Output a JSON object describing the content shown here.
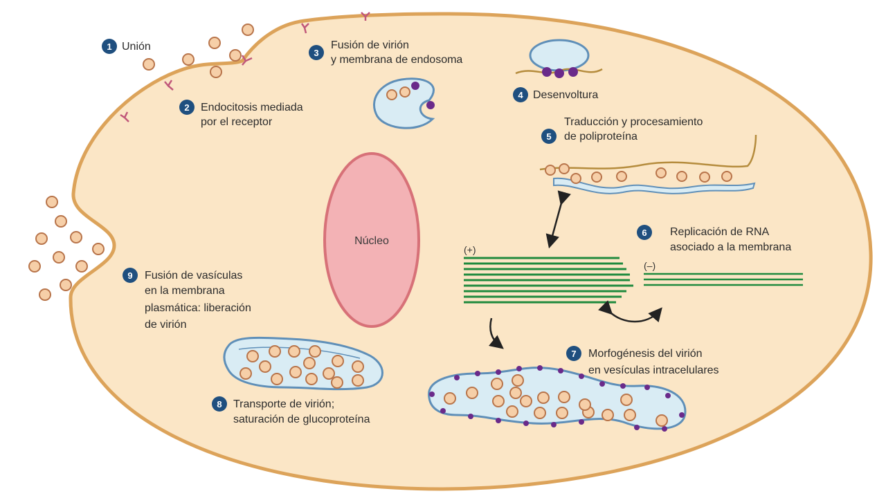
{
  "nucleus_label": "Núcleo",
  "steps": [
    {
      "num": "1",
      "lines": [
        "Unión"
      ]
    },
    {
      "num": "2",
      "lines": [
        "Endocitosis mediada",
        "por el receptor"
      ]
    },
    {
      "num": "3",
      "lines": [
        "Fusión de virión",
        "y membrana de endosoma"
      ]
    },
    {
      "num": "4",
      "lines": [
        "Desenvoltura"
      ]
    },
    {
      "num": "5",
      "lines": [
        "Traducción y procesamiento",
        "de poliproteína"
      ]
    },
    {
      "num": "6",
      "lines": [
        "Replicación de RNA",
        "asociado a la membrana"
      ]
    },
    {
      "num": "7",
      "lines": [
        "Morfogénesis del virión",
        "en vesículas intracelulares"
      ]
    },
    {
      "num": "8",
      "lines": [
        "Transporte de virión;",
        "saturación de glucoproteína"
      ]
    },
    {
      "num": "9",
      "lines": [
        "Fusión de vasículas",
        "en la membrana",
        "plasmática: liberación",
        "de virión"
      ]
    }
  ],
  "strand_labels": {
    "plus": "(+)",
    "minus": "(–)"
  },
  "colors": {
    "cell_fill": "#fbe6c6",
    "cell_membrane": "#dca35a",
    "nucleus_fill": "#f3b2b5",
    "nucleus_stroke": "#d77178",
    "badge": "#1f4f7f",
    "rna": "#1f8a3d",
    "glycoprotein": "#6a2a8a"
  }
}
